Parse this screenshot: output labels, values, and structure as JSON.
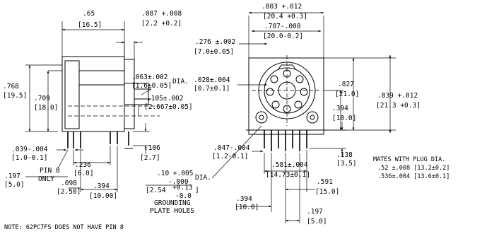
{
  "side_view": {
    "width_in": ".65",
    "width_mm": "[16.5]",
    "height_in": ".768",
    "height_mm": "[19.5]",
    "body_height_in": ".709",
    "body_height_mm": "[18.0]",
    "bushing_in": ".087 +.008",
    "bushing_mm": "[2.2 +0.2]",
    "shaft_dia_in": ".063±.002",
    "shaft_dia_mm": "[1.6±0.05]",
    "shaft_dia_suffix": "DIA.",
    "pitch_in": ".105±.002",
    "pitch_mm": "[2.667±0.05]",
    "pin_len_in": ".106",
    "pin_len_mm": "[2.7]",
    "pin_w_in": ".039-.004",
    "pin_w_mm": "[1.0-0.1]",
    "pin8_line1": "PIN 8",
    "pin8_line2": "ONLY",
    "off1_in": ".236",
    "off1_mm": "[6.0]",
    "off2_in": ".197",
    "off2_mm": "[5.0]",
    "off3_in": ".098",
    "off3_mm": "[2.50]",
    "off4_in": ".394",
    "off4_mm": "[10.00]"
  },
  "front_view": {
    "overall_w_in": ".803 +.012",
    "overall_w_mm": "[20.4 +0.3]",
    "inner_w_in": ".787-.008",
    "inner_w_mm": "[20.0-0.2]",
    "hole_off_in": ".276 ±.002",
    "hole_off_mm": "[7.0±0.05]",
    "small_in": ".028±.004",
    "small_mm": "[0.7±0.1]",
    "h1_in": ".827",
    "h1_mm": "[21.0]",
    "h2_in": ".839 +.012",
    "h2_mm": "[21.3 +0.3]",
    "h3_in": ".394",
    "h3_mm": "[10.0]",
    "pin_t_in": ".047-.004",
    "pin_t_mm": "[1.2-0.1]",
    "pins_in": ".581±.004",
    "pins_mm": "[14.73±0.1]",
    "ground_in": ".10 +.005",
    "ground_in2": "-.000",
    "ground_suffix": "DIA.",
    "ground_mm": "[2.54",
    "ground_mm_tol1": "+0.13",
    "ground_mm_tol2": "-0.0",
    "ground_mm_close": "]",
    "ground_label1": "GROUNDING",
    "ground_label2": "PLATE HOLES",
    "below_in": ".138",
    "below_mm": "[3.5]",
    "right_in": ".591",
    "right_mm": "[15.0]",
    "left_in": ".394",
    "left_mm": "[10.0]",
    "bottom_in": ".197",
    "bottom_mm": "[5.0]"
  },
  "mates": {
    "line1": "MATES WITH PLUG DIA.",
    "line2": ".52 ±.008 [13.2±0.2]",
    "line3": ".536±.004 [13.6±0.1]"
  },
  "note": "NOTE: 62PC7FS DOES NOT HAVE PIN 8"
}
